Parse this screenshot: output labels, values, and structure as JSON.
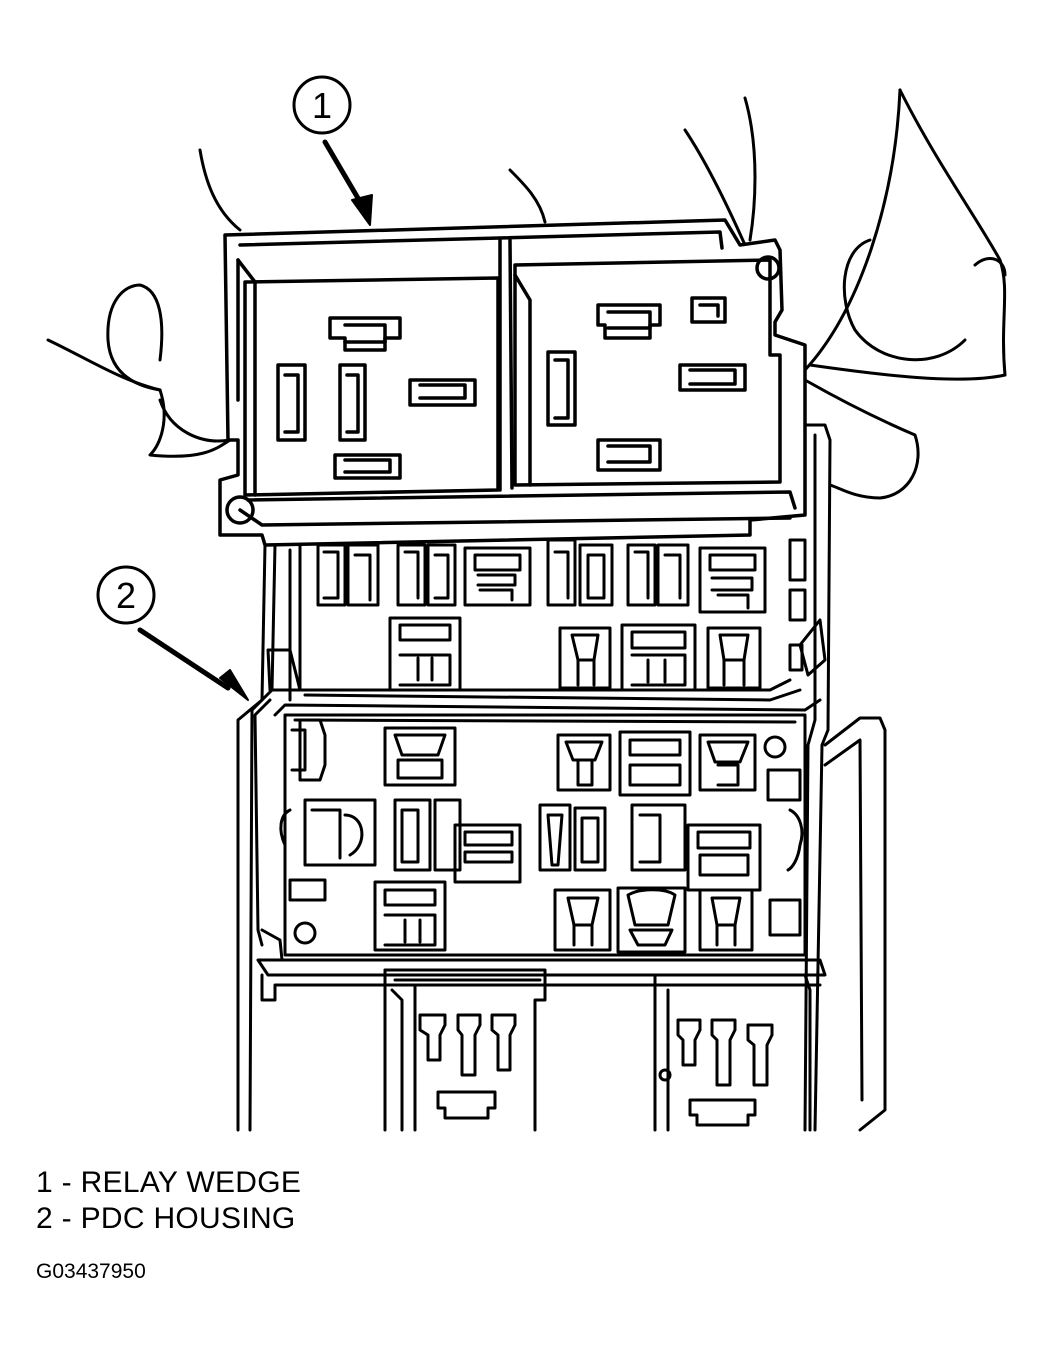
{
  "figure_id": "G03437950",
  "callouts": [
    {
      "number": "1",
      "label": "RELAY WEDGE"
    },
    {
      "number": "2",
      "label": "PDC HOUSING"
    }
  ],
  "legend": [
    {
      "number": "1",
      "separator": "-",
      "label": "RELAY WEDGE"
    },
    {
      "number": "2",
      "separator": "-",
      "label": "PDC HOUSING"
    }
  ],
  "colors": {
    "line": "#000000",
    "background": "#ffffff"
  }
}
